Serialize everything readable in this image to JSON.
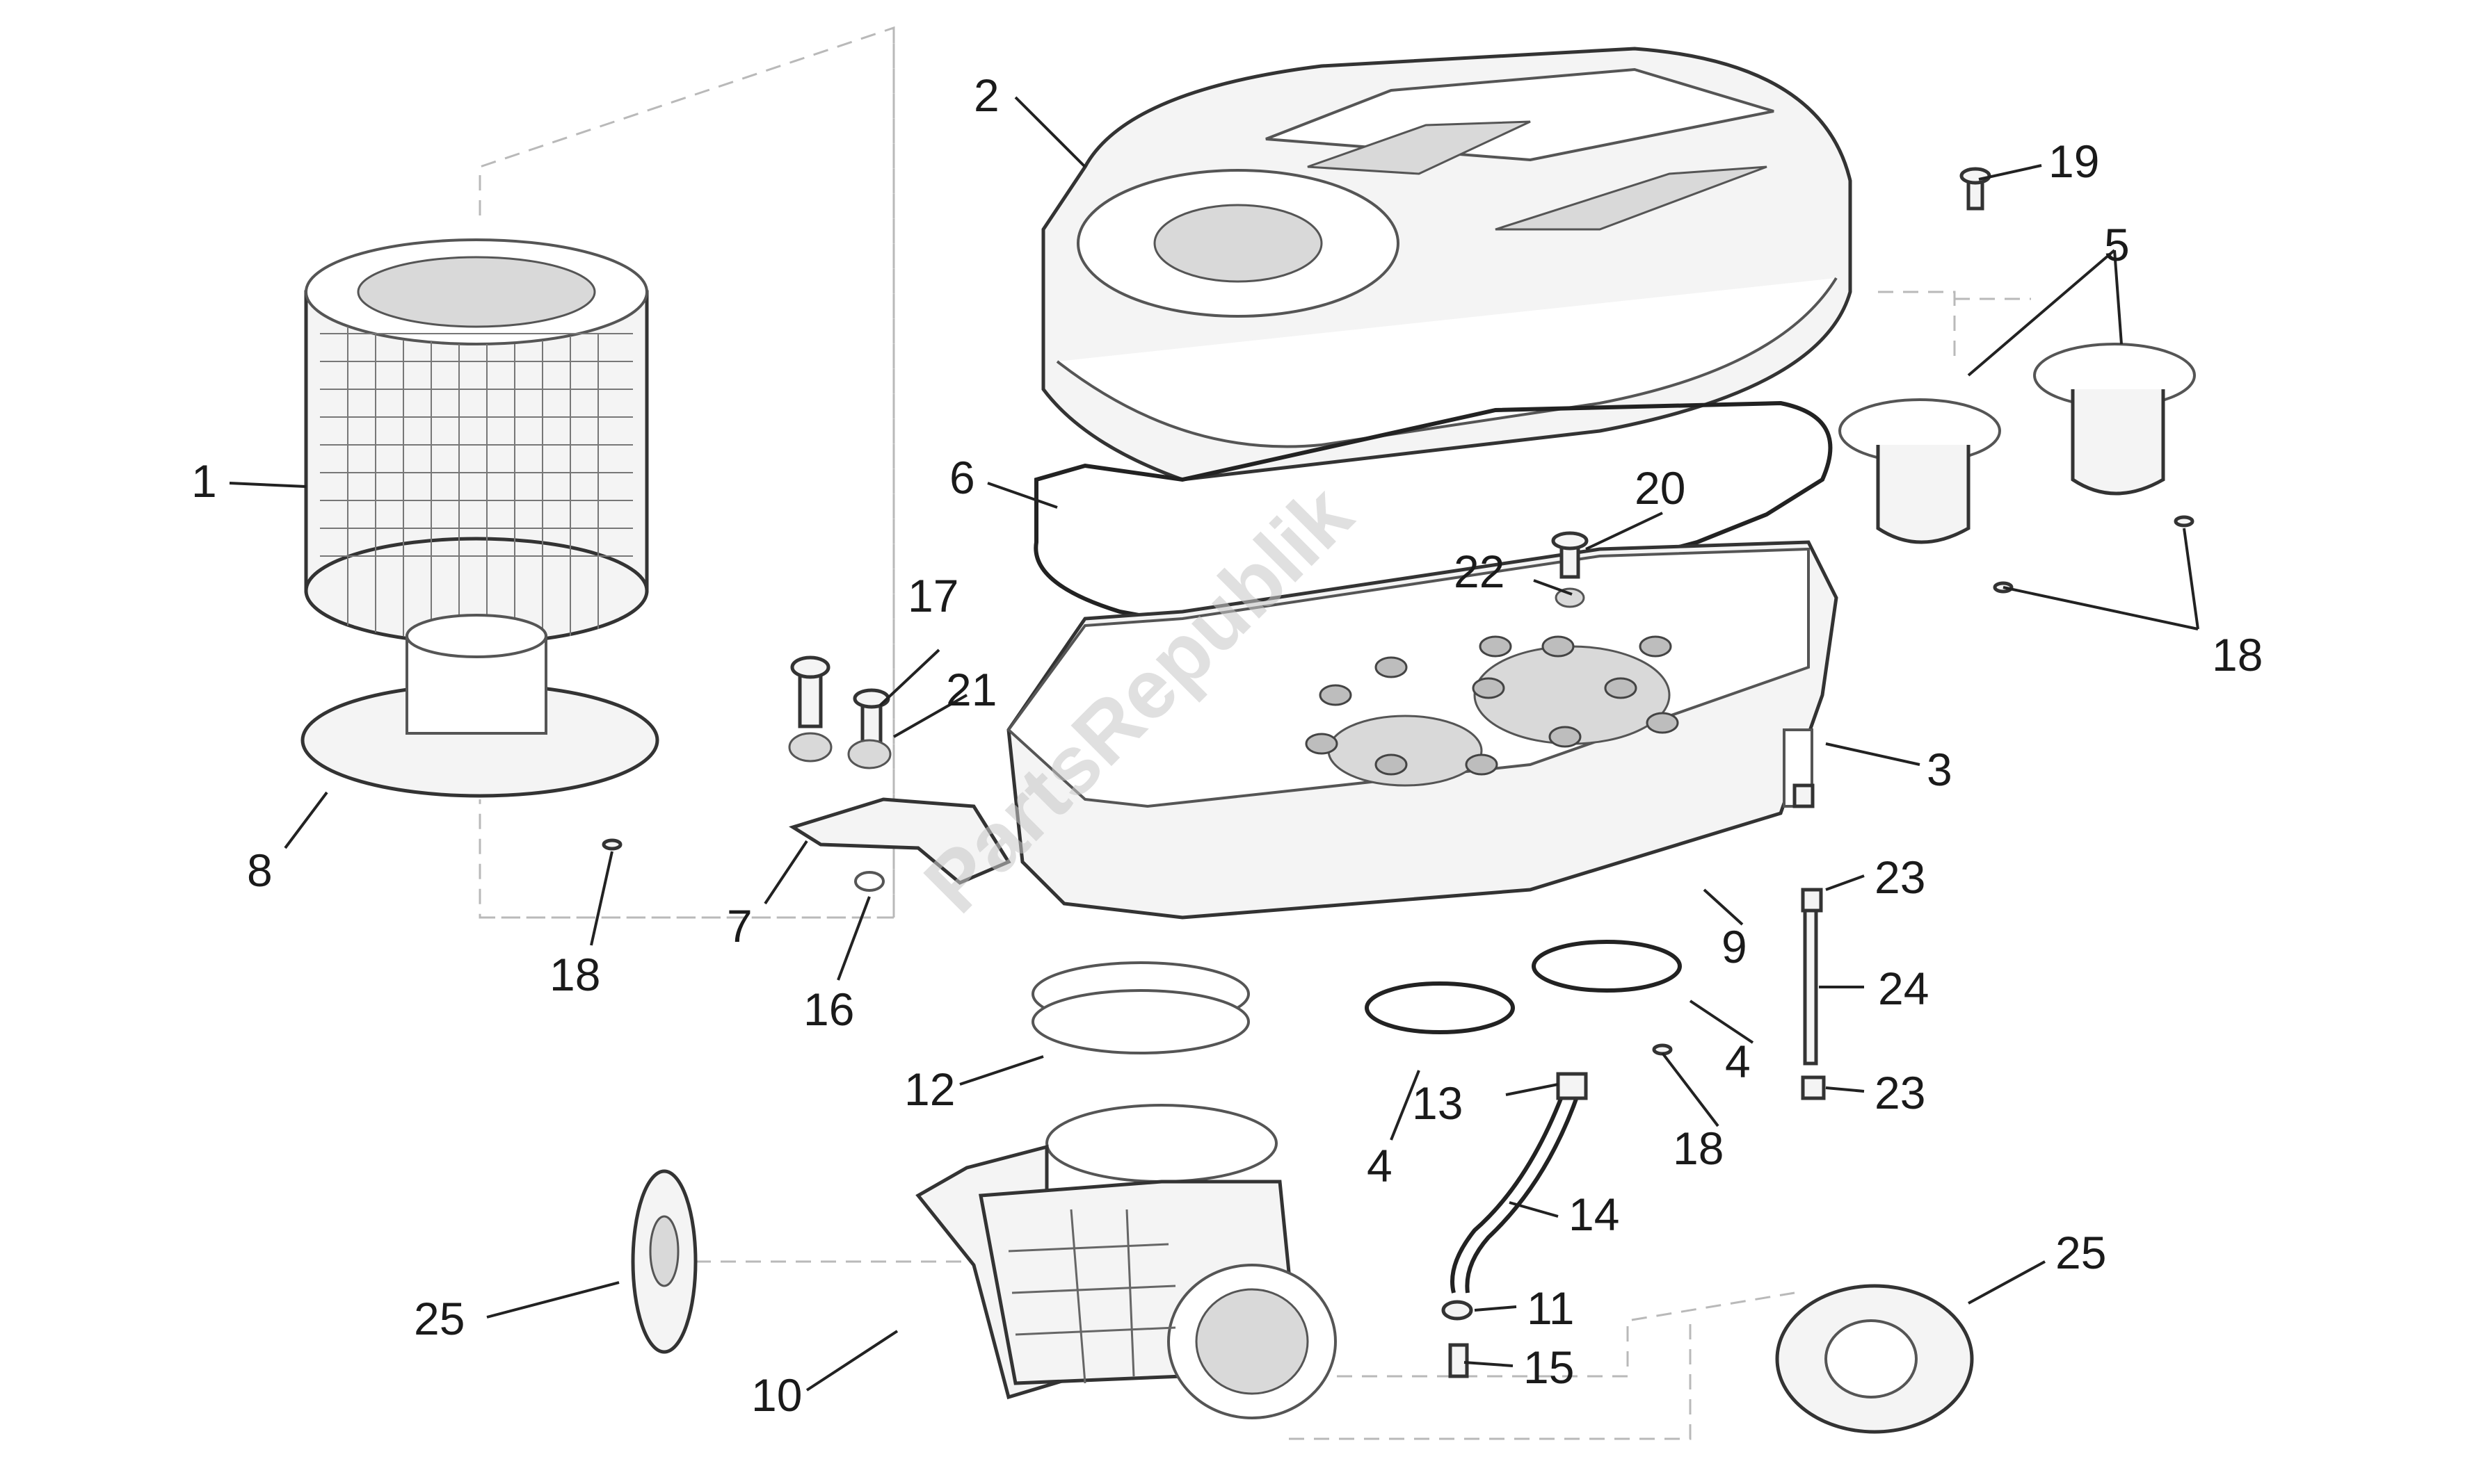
{
  "watermark": "PartsRepublik",
  "callouts": [
    {
      "id": "c1",
      "text": "1"
    },
    {
      "id": "c2",
      "text": "2"
    },
    {
      "id": "c3",
      "text": "3"
    },
    {
      "id": "c4a",
      "text": "4"
    },
    {
      "id": "c4b",
      "text": "4"
    },
    {
      "id": "c5",
      "text": "5"
    },
    {
      "id": "c6",
      "text": "6"
    },
    {
      "id": "c7",
      "text": "7"
    },
    {
      "id": "c8",
      "text": "8"
    },
    {
      "id": "c9",
      "text": "9"
    },
    {
      "id": "c10",
      "text": "10"
    },
    {
      "id": "c11",
      "text": "11"
    },
    {
      "id": "c12",
      "text": "12"
    },
    {
      "id": "c13",
      "text": "13"
    },
    {
      "id": "c14",
      "text": "14"
    },
    {
      "id": "c15",
      "text": "15"
    },
    {
      "id": "c16",
      "text": "16"
    },
    {
      "id": "c17",
      "text": "17"
    },
    {
      "id": "c18a",
      "text": "18"
    },
    {
      "id": "c18b",
      "text": "18"
    },
    {
      "id": "c18c",
      "text": "18"
    },
    {
      "id": "c19",
      "text": "19"
    },
    {
      "id": "c20",
      "text": "20"
    },
    {
      "id": "c21",
      "text": "21"
    },
    {
      "id": "c22",
      "text": "22"
    },
    {
      "id": "c23a",
      "text": "23"
    },
    {
      "id": "c23b",
      "text": "23"
    },
    {
      "id": "c24",
      "text": "24"
    },
    {
      "id": "c25a",
      "text": "25"
    },
    {
      "id": "c25b",
      "text": "25"
    }
  ]
}
